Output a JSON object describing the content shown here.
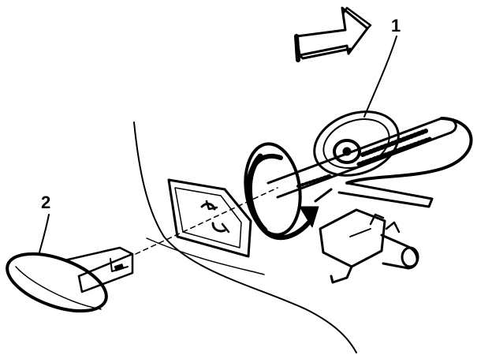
{
  "callouts": [
    {
      "id": "1",
      "label": "1"
    },
    {
      "id": "2",
      "label": "2"
    }
  ],
  "colors": {
    "ink": "#000000",
    "paper": "#ffffff"
  },
  "icons": [
    "direction-arrow-icon",
    "rotation-arrow-icon"
  ]
}
